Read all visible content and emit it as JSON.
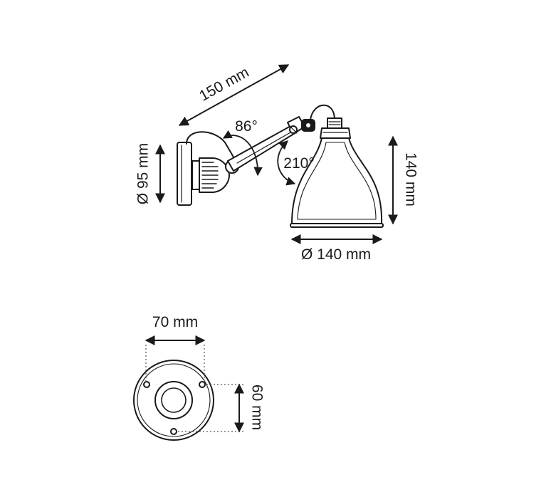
{
  "labels": {
    "arm_length": "150 mm",
    "arm_angle": "86°",
    "shade_rotation": "210°",
    "backplate_height": "Ø 95 mm",
    "shade_height": "140 mm",
    "shade_diameter": "Ø 140 mm",
    "base_width": "70 mm",
    "base_height": "60 mm"
  },
  "colors": {
    "line": "#1a1a1a",
    "guide": "#555555"
  }
}
